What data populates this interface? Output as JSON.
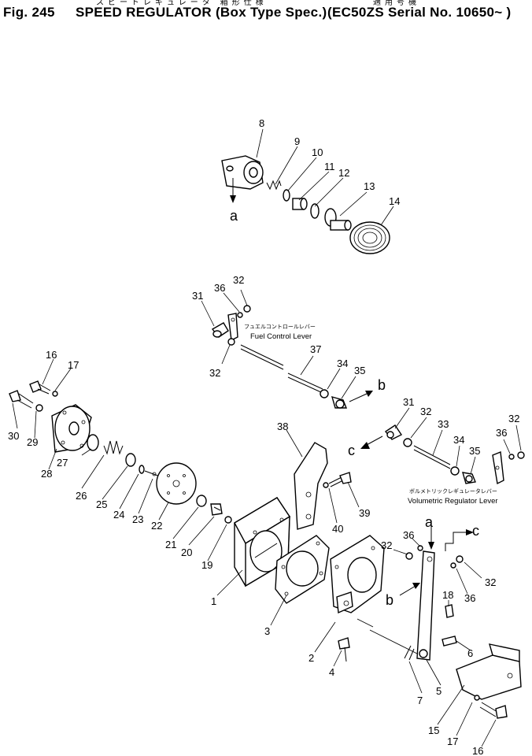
{
  "header": {
    "fig_label": "Fig. 245",
    "title_en": "SPEED REGULATOR (Box Type Spec.)",
    "title_jp": "スピードレギュレータ 箱形仕様",
    "serial_en": "(EC50ZS Serial No. 10650~ )",
    "serial_jp": "適用号機"
  },
  "annotations": {
    "fuel_lever_jp": "フュエルコントロールレバー",
    "fuel_lever_en": "Fuel Control Lever",
    "vol_lever_jp": "ボルメトリックレギュレータレバー",
    "vol_lever_en": "Volumetric Regulator Lever"
  },
  "arrows": {
    "a": "a",
    "b": "b",
    "c": "c"
  },
  "parts": {
    "p1": "1",
    "p2": "2",
    "p3": "3",
    "p4": "4",
    "p5": "5",
    "p6": "6",
    "p7": "7",
    "p8": "8",
    "p9": "9",
    "p10": "10",
    "p11": "11",
    "p12": "12",
    "p13": "13",
    "p14": "14",
    "p15": "15",
    "p16": "16",
    "p17": "17",
    "p18": "18",
    "p19": "19",
    "p20": "20",
    "p21": "21",
    "p22": "22",
    "p23": "23",
    "p24": "24",
    "p25": "25",
    "p26": "26",
    "p27": "27",
    "p28": "28",
    "p29": "29",
    "p30": "30",
    "p31": "31",
    "p32": "32",
    "p33": "33",
    "p34": "34",
    "p35": "35",
    "p36": "36",
    "p37": "37",
    "p38": "38",
    "p39": "39",
    "p40": "40"
  }
}
